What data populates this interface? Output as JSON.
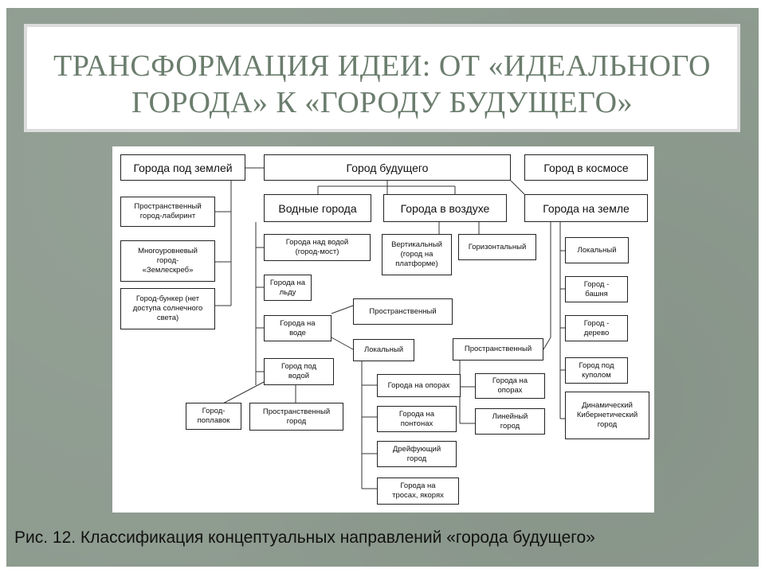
{
  "title": {
    "line1": "ТРАНСФОРМАЦИЯ ИДЕИ: ОТ «ИДЕАЛЬНОГО",
    "line2": "ГОРОДА» К «ГОРОДУ БУДУЩЕГО»"
  },
  "caption": "Рис. 12. Классификация концептуальных направлений «города будущего»",
  "diagram": {
    "root": "Город будущего",
    "underground": "Города под землей",
    "space": "Город в космосе",
    "water": "Водные города",
    "air": "Города в воздухе",
    "ground": "Города на земле",
    "ug_labyrinth": "Пространственный\nгород-лабиринт",
    "ug_multilevel": "Многоуровневый\nгород-\n«Землескреб»",
    "ug_bunker": "Город-бункер (нет\nдоступа солнечного\nсвета)",
    "w_above": "Города над водой\n(город-мост)",
    "w_ice": "Города на\nльду",
    "w_on": "Города на\nводе",
    "w_under": "Город под\nводой",
    "w_float": "Город-\nпоплавок",
    "w_under_spatial": "Пространственный\nгород",
    "w_on_spatial": "Пространственный",
    "w_on_local": "Локальный",
    "w_supports": "Города на опорах",
    "w_pontoons": "Города на\nпонтонах",
    "w_drifting": "Дрейфующий\nгород",
    "w_cables": "Города на\nтросах, якорях",
    "a_vertical": "Вертикальный\n(город на\nплатформе)",
    "a_horizontal": "Горизонтальный",
    "a_spatial": "Пространственный",
    "a_supports": "Города на\nопорах",
    "a_linear": "Линейный\nгород",
    "g_local": "Локальный",
    "g_tower": "Город -\nбашня",
    "g_tree": "Город -\nдерево",
    "g_dome": "Город под\nкуполом",
    "g_dynamic": "Динамический\nКибернетический\nгород"
  }
}
